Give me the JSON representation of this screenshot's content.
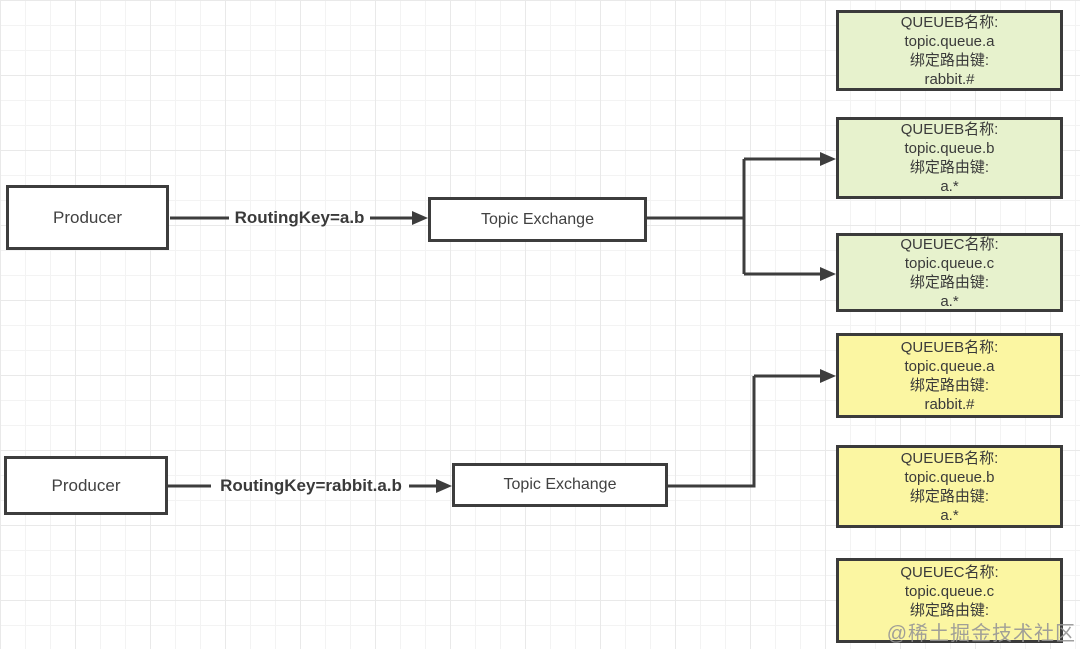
{
  "flows": {
    "flow1": {
      "producer": "Producer",
      "routing_key": "RoutingKey=a.b",
      "exchange": "Topic Exchange"
    },
    "flow2": {
      "producer": "Producer",
      "routing_key": "RoutingKey=rabbit.a.b",
      "exchange": "Topic Exchange"
    }
  },
  "queues": [
    {
      "color": "green",
      "lines": [
        "QUEUEB名称:",
        "topic.queue.a",
        "绑定路由键:",
        "rabbit.#"
      ]
    },
    {
      "color": "green",
      "lines": [
        "QUEUEB名称:",
        "topic.queue.b",
        "绑定路由键:",
        "a.*"
      ]
    },
    {
      "color": "green",
      "lines": [
        "QUEUEC名称:",
        "topic.queue.c",
        "绑定路由键:",
        "a.*"
      ]
    },
    {
      "color": "yellow",
      "lines": [
        "QUEUEB名称:",
        "topic.queue.a",
        "绑定路由键:",
        "rabbit.#"
      ]
    },
    {
      "color": "yellow",
      "lines": [
        "QUEUEB名称:",
        "topic.queue.b",
        "绑定路由键:",
        "a.*"
      ]
    },
    {
      "color": "yellow",
      "lines": [
        "QUEUEC名称:",
        "topic.queue.c",
        "绑定路由键:",
        ""
      ]
    }
  ],
  "watermark": "@稀土掘金技术社区",
  "colors": {
    "queue_green": "#e7f2cd",
    "queue_yellow": "#fbf6a2",
    "stroke": "#3d3d3d",
    "grid_minor": "#f3f3f3",
    "grid_major": "#e9e9e9"
  }
}
